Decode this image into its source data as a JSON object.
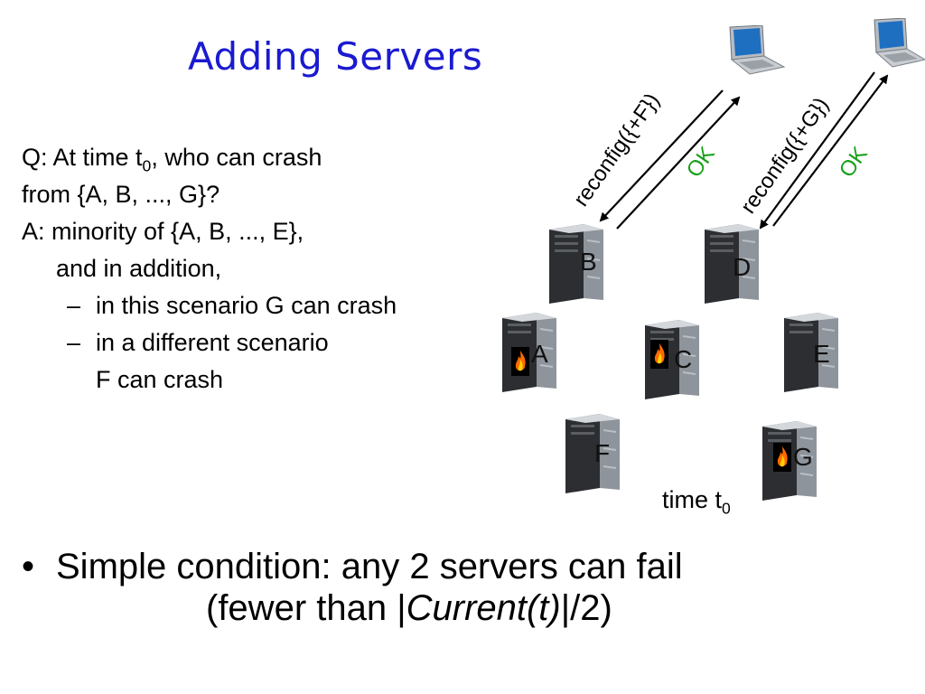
{
  "slide": {
    "title": "Adding Servers",
    "qa": {
      "q_prefix": "Q: At time t",
      "q_sub": "0",
      "q_suffix": ", who can crash",
      "q_line2": "from {A, B, ..., G}?",
      "a_line1": "A: minority of {A, B, ..., E},",
      "a_line2": "and in addition,",
      "dash_symbol": "–",
      "item1": "in this scenario G can crash",
      "item2_line1": "in a different scenario",
      "item2_line2": "F can crash"
    },
    "bullet": {
      "symbol": "•",
      "line1": "Simple condition: any 2 servers can fail",
      "line2_prefix": "(fewer than |",
      "line2_italic": "Current(t)",
      "line2_suffix": "|/2)"
    }
  },
  "diagram": {
    "servers": [
      {
        "label": "A",
        "crashed": true
      },
      {
        "label": "B",
        "crashed": false
      },
      {
        "label": "C",
        "crashed": true
      },
      {
        "label": "D",
        "crashed": false
      },
      {
        "label": "E",
        "crashed": false
      },
      {
        "label": "F",
        "crashed": false
      },
      {
        "label": "G",
        "crashed": true
      }
    ],
    "messages": [
      {
        "request": "reconfig({+F})",
        "reply": "OK"
      },
      {
        "request": "reconfig({+G})",
        "reply": "OK"
      }
    ],
    "time_label_prefix": "time t",
    "time_label_sub": "0",
    "colors": {
      "title": "#1a1ad0",
      "ok": "#18a018",
      "arrow": "#000000"
    }
  }
}
